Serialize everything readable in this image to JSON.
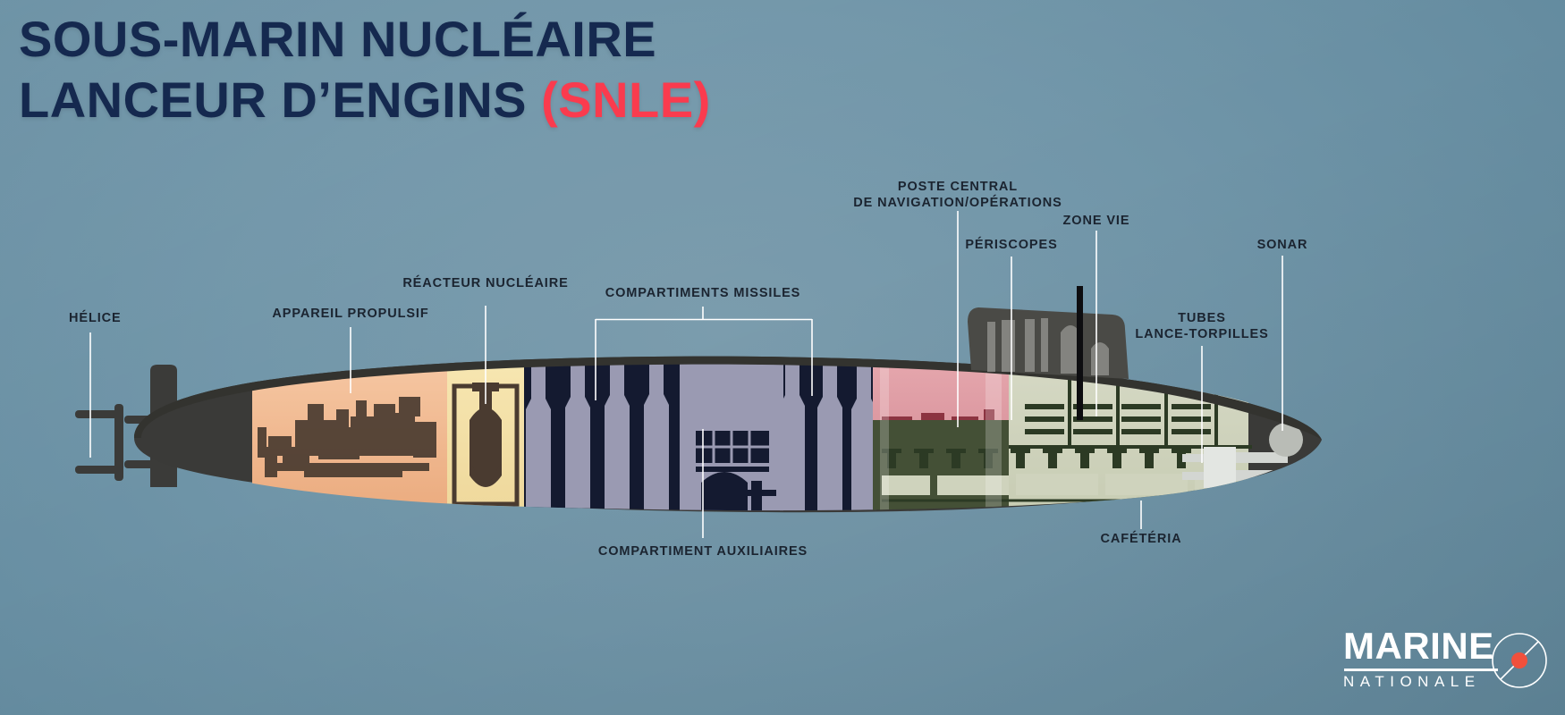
{
  "meta": {
    "domain": "Diagram",
    "background_color": "#6e90a3"
  },
  "title": {
    "line1": "SOUS-MARIN NUCLÉAIRE",
    "line2_main": "LANCEUR D’ENGINS ",
    "line2_accent": "(SNLE)",
    "color": "#15294f",
    "accent_color": "#fa3b4e"
  },
  "labels": {
    "helice": "HÉLICE",
    "appareil_propulsif": "APPAREIL PROPULSIF",
    "reacteur_nucleaire": "RÉACTEUR NUCLÉAIRE",
    "compartiments_missiles": "COMPARTIMENTS MISSILES",
    "poste_central_l1": "POSTE CENTRAL",
    "poste_central_l2": "DE NAVIGATION/OPÉRATIONS",
    "periscopes": "PÉRISCOPES",
    "zone_vie": "ZONE VIE",
    "sonar": "SONAR",
    "tubes_l1": "TUBES",
    "tubes_l2": "LANCE-TORPILLES",
    "compartiment_auxiliaires": "COMPARTIMENT AUXILIAIRES",
    "cafeteria": "CAFÉTÉRIA"
  },
  "logo": {
    "marine": "MARINE",
    "nationale": "NATIONALE",
    "emblem_dot_color": "#f0503c",
    "text_color": "#ffffff"
  },
  "sections": {
    "propulsion_color": "#f0b58b",
    "reactor_color": "#f3dfa4",
    "missile_color": "#141a30",
    "missile_tube_color": "#9a9ab2",
    "operations_color": "#e0a0a8",
    "living_color": "#cfd3bd",
    "hull_color": "#3a3a38"
  }
}
